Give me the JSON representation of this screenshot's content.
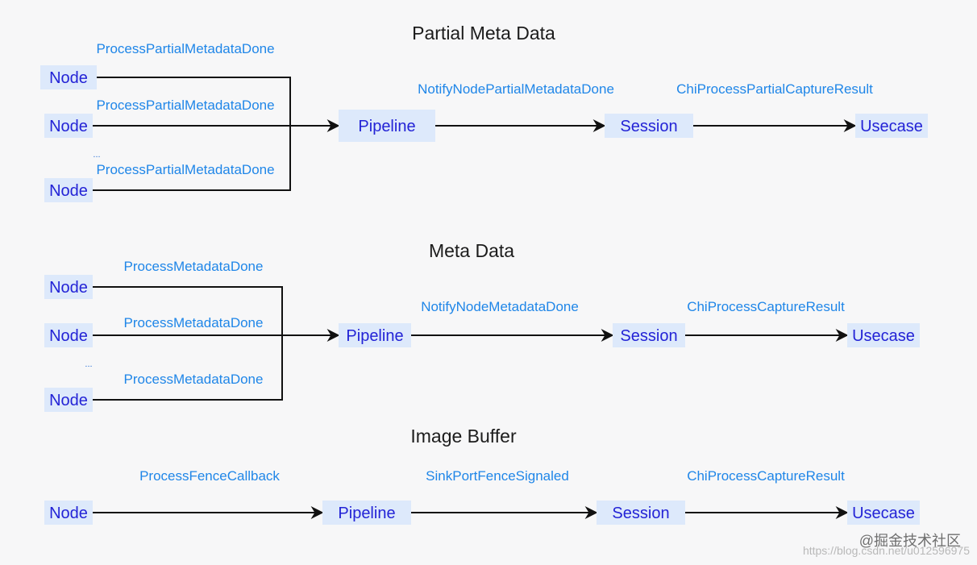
{
  "sections": {
    "partial": {
      "title": "Partial Meta Data",
      "node_label": "Node",
      "node_edge_label": "ProcessPartialMetadataDone",
      "pipeline_label": "Pipeline",
      "pipeline_edge_label": "NotifyNodePartialMetadataDone",
      "session_label": "Session",
      "session_edge_label": "ChiProcessPartialCaptureResult",
      "usecase_label": "Usecase",
      "ellipsis": "..."
    },
    "meta": {
      "title": "Meta Data",
      "node_label": "Node",
      "node_edge_label": "ProcessMetadataDone",
      "pipeline_label": "Pipeline",
      "pipeline_edge_label": "NotifyNodeMetadataDone",
      "session_label": "Session",
      "session_edge_label": "ChiProcessCaptureResult",
      "usecase_label": "Usecase",
      "ellipsis": "..."
    },
    "image": {
      "title": "Image Buffer",
      "node_label": "Node",
      "node_edge_label": "ProcessFenceCallback",
      "pipeline_label": "Pipeline",
      "pipeline_edge_label": "SinkPortFenceSignaled",
      "session_label": "Session",
      "session_edge_label": "ChiProcessCaptureResult",
      "usecase_label": "Usecase"
    }
  },
  "watermark": {
    "brand": "@掘金技术社区",
    "url": "https://blog.csdn.net/u012596975"
  }
}
